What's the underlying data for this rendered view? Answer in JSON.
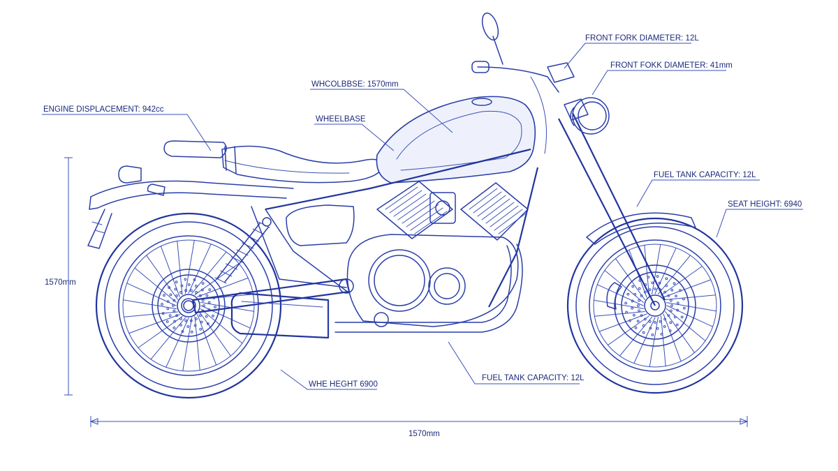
{
  "callouts": {
    "front_fork_1": "FRONT FORK DIAMETER: 12L",
    "front_fork_2": "FRONT FOKK DIAMETER: 41mm",
    "wheelbase_1": "WHCOLBBSE: 1570mm",
    "engine": "ENGINE DISPLACEMENT: 942cc",
    "wheelbase_2": "WHEELBASE",
    "fuel_tank_1": "FUEL TANK CAPACITY: 12L",
    "seat_height": "SEAT HEIGHT: 6940",
    "fuel_tank_2": "FUEL TANK CAPACITY: 12L",
    "wheel_height": "WHE HEGHT 6900"
  },
  "dimensions": {
    "height": "1570mm",
    "length": "1570mm"
  },
  "colors": {
    "line": "#2a3ea8",
    "text": "#1c2a7a",
    "background": "#ffffff"
  }
}
